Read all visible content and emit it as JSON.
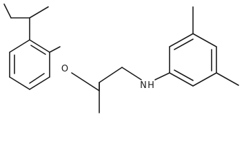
{
  "molecule": {
    "atom_labels": {
      "oxygen": "O",
      "amine": "N",
      "amine_h": "H"
    }
  }
}
